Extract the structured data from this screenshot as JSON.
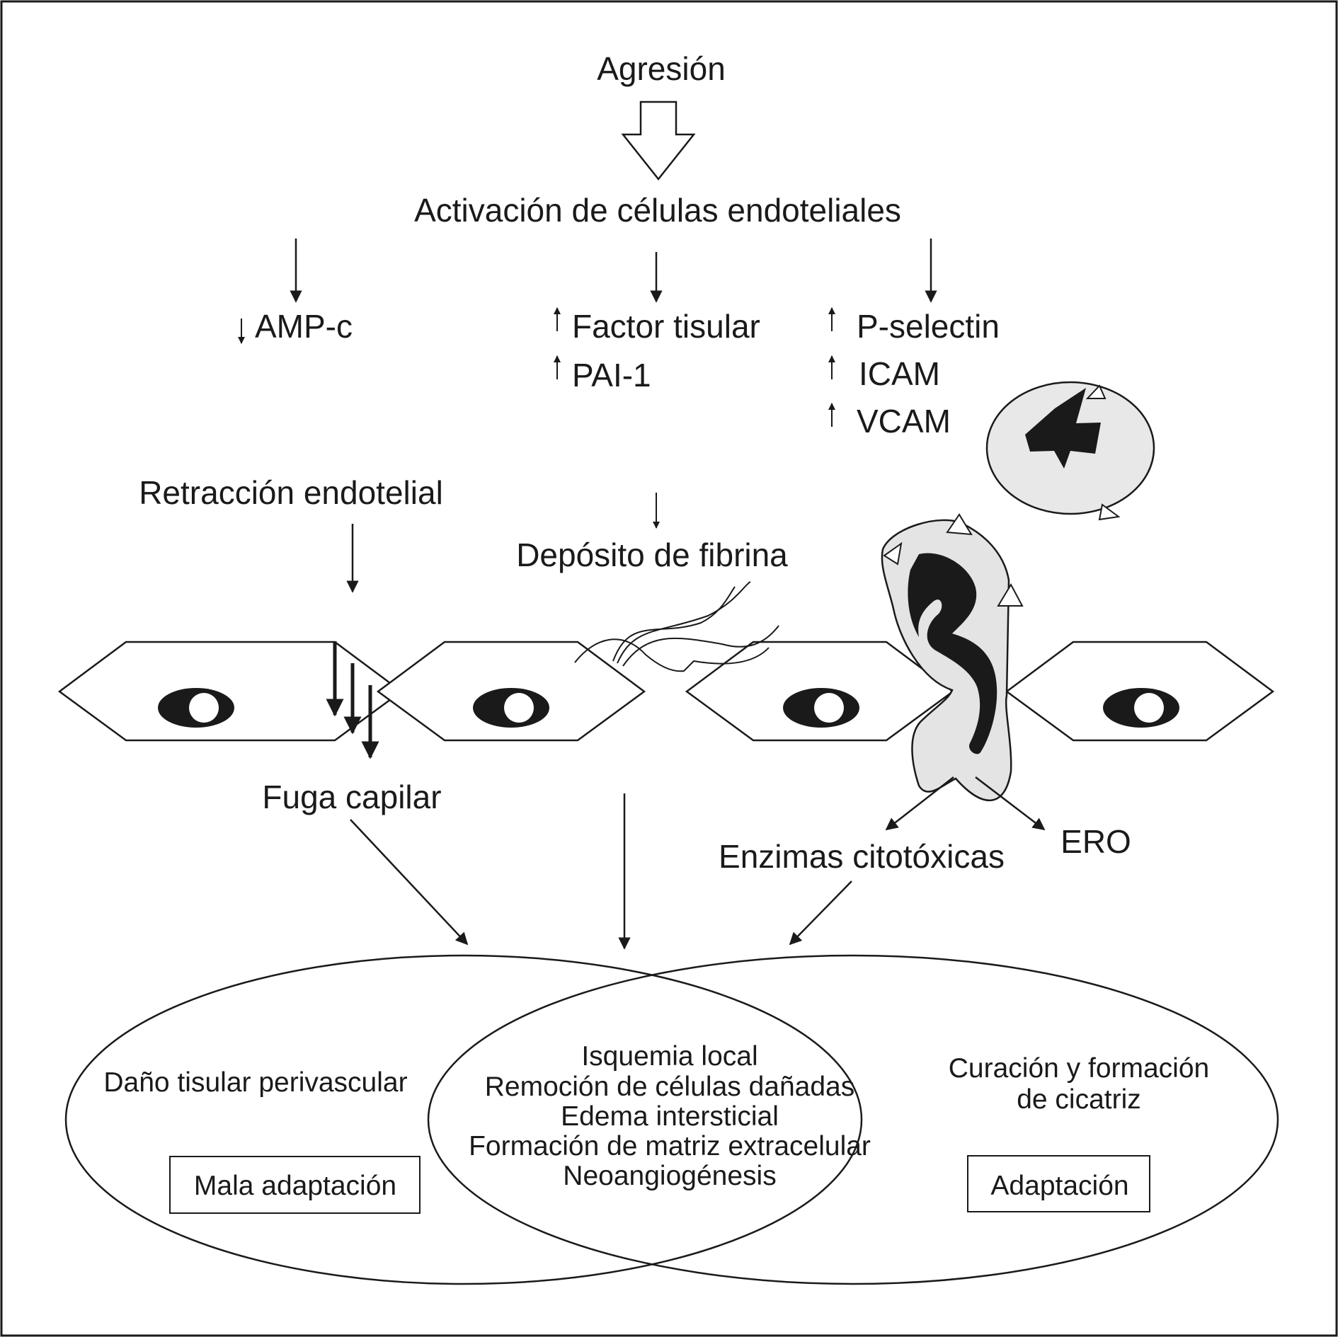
{
  "top": {
    "aggression": "Agresión",
    "activation": "Activación de células endoteliales"
  },
  "markers": {
    "left": "AMP-c",
    "middle": [
      "Factor tisular",
      "PAI-1"
    ],
    "right": [
      "P-selectin",
      "ICAM",
      "VCAM"
    ]
  },
  "processes": {
    "retraction": "Retracción endotelial",
    "fibrin": "Depósito de fibrina",
    "leak": "Fuga capilar",
    "enzymes": "Enzimas citotóxicas",
    "ero": "ERO"
  },
  "outcomes": {
    "left_text": "Daño tisular perivascular",
    "left_box": "Mala adaptación",
    "center_lines": [
      "Isquemia local",
      "Remoción de células dañadas",
      "Edema intersticial",
      "Formación de matriz extracelular",
      "Neoangiogénesis"
    ],
    "right_lines": [
      "Curación y formación",
      "de cicatriz"
    ],
    "right_box": "Adaptación"
  }
}
